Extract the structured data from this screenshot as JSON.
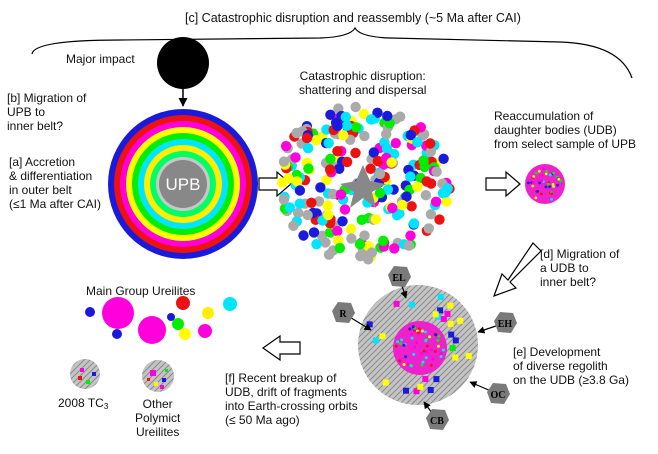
{
  "labels": {
    "stage_c": "[c] Catastrophic disruption and reassembly (~5 Ma after CAI)",
    "major_impact": "Major impact",
    "stage_b": "[b] Migration of\nUPB to\ninner belt?",
    "stage_a": "[a] Accretion\n& differentiation\nin outer belt\n(≤1 Ma after CAI)",
    "upb": "UPB",
    "disruption": "Catastrophic disruption:\nshattering and dispersal",
    "reaccumulation": "Reaccumulation of\ndaughter bodies (UDB)\nfrom select sample of UPB",
    "stage_d": "[d] Migration of\na UDB to\ninner belt?",
    "main_group": "Main Group Ureilites",
    "tc3_main": "2008 TC",
    "tc3_sub": "3",
    "polymict": "Other\nPolymict\nUreilites",
    "stage_f": "[f] Recent breakup of\nUDB, drift of fragments\ninto Earth-crossing orbits\n(≤ 50 Ma ago)",
    "stage_e": "[e] Development\nof diverse regolith\non the UDB (≥3.8 Ga)"
  },
  "impactors": [
    "EL",
    "EH",
    "R",
    "OC",
    "CB"
  ],
  "colors": {
    "upb_rings": [
      "#1a1adc",
      "#ee1111",
      "#ff00dd",
      "#ffff00",
      "#00ee00",
      "#00e5ff",
      "#ffee00",
      "#00ff66",
      "#c8c8c8"
    ],
    "upb_core": "#888888",
    "fragments": [
      "#1a1adc",
      "#ee1111",
      "#ff00dd",
      "#ffff00",
      "#00ee00",
      "#00e5ff",
      "#aaaaaa",
      "#aaaaaa"
    ],
    "impactor_fill": "#7a7a7a",
    "regolith_fill": "#bbbbbb",
    "udb_fill": "#ee22cc"
  }
}
